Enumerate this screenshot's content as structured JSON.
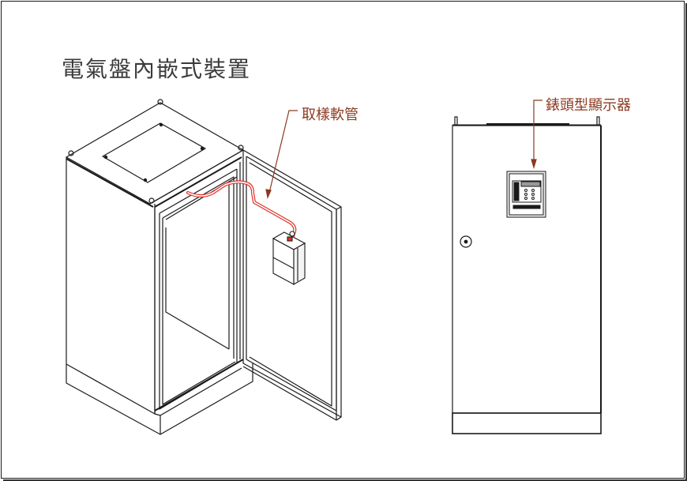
{
  "diagram": {
    "title": "電氣盤內嵌式裝置",
    "labels": {
      "sampling_hose": "取樣軟管",
      "meter_display": "錶頭型顯示器"
    },
    "colors": {
      "line": "#1a1a1a",
      "hose": "#e0302a",
      "callout": "#8b3a20",
      "title": "#3a3a3a"
    },
    "components": [
      {
        "id": "open-cabinet",
        "description": "isometric electrical cabinet with door open"
      },
      {
        "id": "sampling-hose",
        "description": "red sampling hose routed along cabinet top and door"
      },
      {
        "id": "detector-unit",
        "description": "detector mounted on inside of door"
      },
      {
        "id": "closed-cabinet",
        "description": "front view of closed electrical cabinet"
      },
      {
        "id": "meter-display",
        "description": "panel-mounted meter-type display"
      }
    ]
  }
}
